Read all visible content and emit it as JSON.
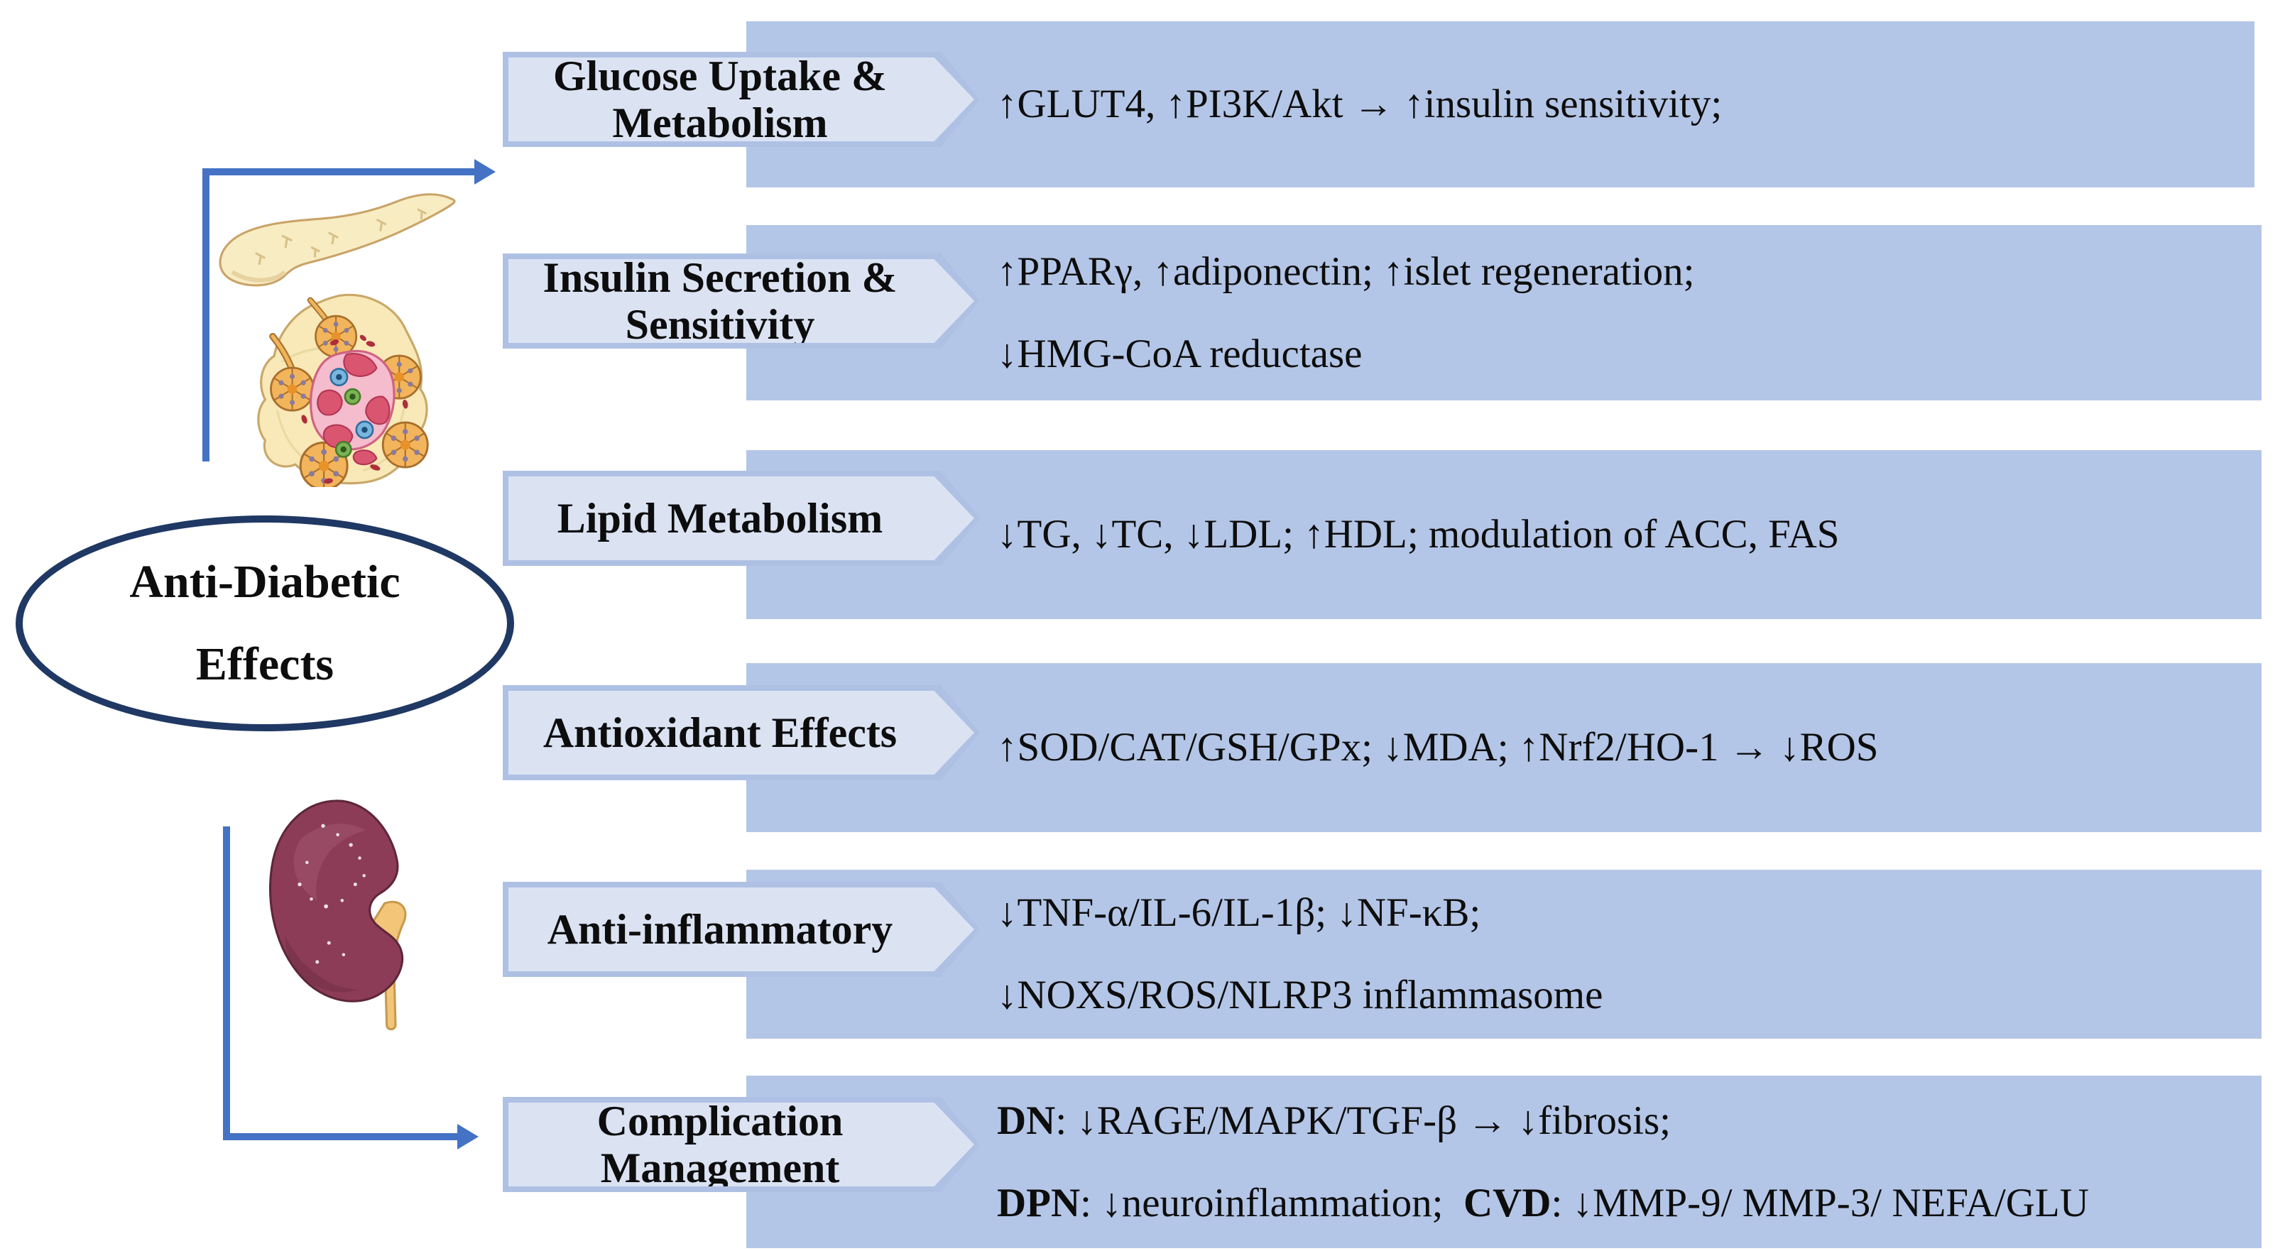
{
  "figure": {
    "hub_line1": "Anti-Diabetic",
    "hub_line2": "Effects"
  },
  "rows": [
    {
      "label": [
        "Glucose Uptake &",
        "Metabolism"
      ],
      "lines": [
        [
          {
            "t": "↑GLUT4, ↑PI3K/Akt → ↑insulin sensitivity;"
          }
        ]
      ]
    },
    {
      "label": [
        "Insulin Secretion &",
        "Sensitivity"
      ],
      "lines": [
        [
          {
            "t": "↑PPARγ, ↑adiponectin; ↑islet regeneration;"
          }
        ],
        [
          {
            "t": "↓HMG-CoA reductase"
          }
        ]
      ]
    },
    {
      "label": [
        "Lipid Metabolism"
      ],
      "lines": [
        [
          {
            "t": "↓TG, ↓TC, ↓LDL; ↑HDL; modulation of ACC, FAS"
          }
        ]
      ]
    },
    {
      "label": [
        "Antioxidant Effects"
      ],
      "lines": [
        [
          {
            "t": "↑SOD/CAT/GSH/GPx; ↓MDA; ↑Nrf2/HO-1 → ↓ROS"
          }
        ]
      ]
    },
    {
      "label": [
        "Anti-inflammatory"
      ],
      "lines": [
        [
          {
            "t": "↓TNF-α/IL-6/IL-1β; ↓NF-κB;"
          }
        ],
        [
          {
            "t": "↓NOXS/ROS/NLRP3 inflammasome"
          }
        ]
      ]
    },
    {
      "label": [
        "Complication",
        "Management"
      ],
      "lines": [
        [
          {
            "t": "DN",
            "b": true
          },
          {
            "t": ": ↓RAGE/MAPK/TGF-β → ↓fibrosis;"
          }
        ],
        [
          {
            "t": "DPN",
            "b": true
          },
          {
            "t": ": ↓neuroinflammation;  "
          },
          {
            "t": "CVD",
            "b": true
          },
          {
            "t": ": ↓MMP-9/ MMP-3/ NEFA/GLU"
          }
        ]
      ]
    }
  ],
  "illustrations": [
    {
      "name": "pancreas-illustration"
    },
    {
      "name": "pancreatic-islet-illustration"
    },
    {
      "name": "kidney-illustration"
    }
  ],
  "colors": {
    "content_box_fill": "#b4c6e7",
    "label_box_fill": "#dbe3f3",
    "label_box_border": "#aec1e4",
    "connector_arrow": "#4472c4",
    "ellipse_border": "#1f3864",
    "text": "#0d0d0d"
  }
}
